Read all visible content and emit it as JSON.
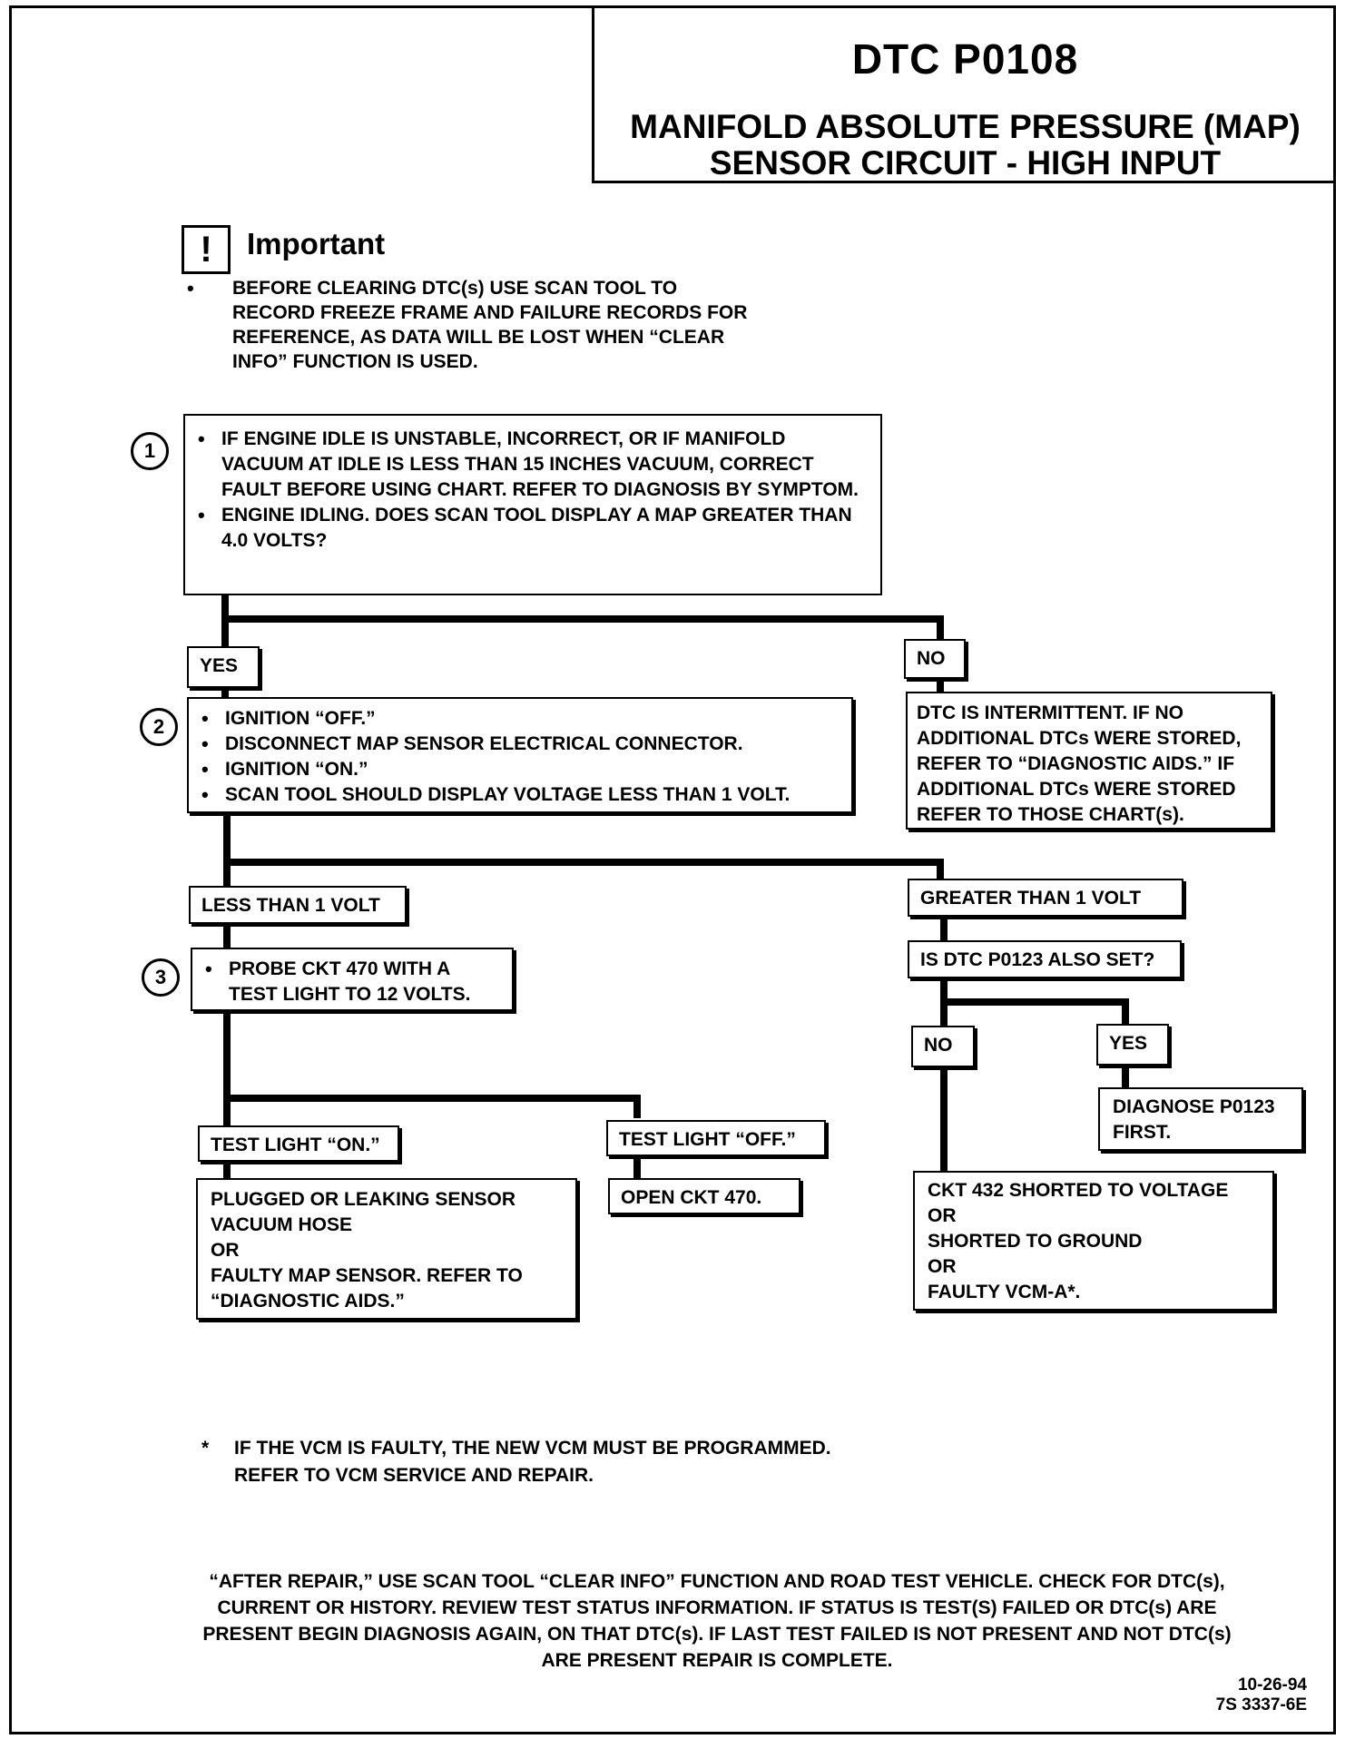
{
  "header": {
    "code": "DTC P0108",
    "title_line1": "MANIFOLD ABSOLUTE PRESSURE (MAP)",
    "title_line2": "SENSOR CIRCUIT - HIGH INPUT"
  },
  "important": {
    "icon": "exclamation-icon",
    "label": "Important",
    "bullet": "BEFORE CLEARING DTC(s) USE SCAN TOOL TO RECORD FREEZE FRAME AND FAILURE RECORDS FOR REFERENCE, AS DATA WILL BE LOST WHEN “CLEAR INFO” FUNCTION IS USED."
  },
  "steps": [
    {
      "number": "1",
      "lines": [
        "IF ENGINE IDLE IS UNSTABLE, INCORRECT, OR IF MANIFOLD VACUUM AT IDLE IS LESS THAN 15 INCHES VACUUM, CORRECT FAULT BEFORE USING CHART. REFER TO DIAGNOSIS BY SYMPTOM.",
        "ENGINE IDLING. DOES SCAN TOOL DISPLAY A MAP GREATER THAN 4.0 VOLTS?"
      ]
    },
    {
      "number": "2",
      "lines": [
        "IGNITION “OFF.”",
        "DISCONNECT MAP SENSOR ELECTRICAL CONNECTOR.",
        "IGNITION “ON.”",
        "SCAN TOOL SHOULD DISPLAY VOLTAGE LESS THAN 1 VOLT."
      ]
    },
    {
      "number": "3",
      "lines": [
        "PROBE CKT 470 WITH A TEST LIGHT TO 12 VOLTS."
      ]
    }
  ],
  "branches": {
    "yes_1": "YES",
    "no_1": "NO",
    "no_1_result": "DTC IS INTERMITTENT. IF NO ADDITIONAL DTCs WERE STORED, REFER TO “DIAGNOSTIC AIDS.” IF ADDITIONAL DTCs WERE STORED REFER TO THOSE CHART(s).",
    "less_than_1v": "LESS THAN 1 VOLT",
    "greater_than_1v": "GREATER THAN 1 VOLT",
    "p0123_question": "IS DTC P0123 ALSO SET?",
    "p0123_no": "NO",
    "p0123_yes": "YES",
    "p0123_yes_result": "DIAGNOSE P0123 FIRST.",
    "p0123_no_result": [
      "CKT 432 SHORTED TO VOLTAGE",
      "OR",
      "SHORTED TO GROUND",
      "OR",
      "FAULTY VCM-A*."
    ],
    "test_light_on": "TEST LIGHT “ON.”",
    "test_light_off": "TEST LIGHT “OFF.”",
    "test_light_on_result": [
      "PLUGGED OR LEAKING SENSOR",
      "VACUUM HOSE",
      "OR",
      "FAULTY MAP SENSOR.  REFER TO",
      "“DIAGNOSTIC AIDS.”"
    ],
    "test_light_off_result": "OPEN CKT 470."
  },
  "footnote": {
    "marker": "*",
    "text_line1": "IF THE VCM IS FAULTY, THE NEW VCM MUST BE PROGRAMMED.",
    "text_line2": "REFER TO VCM SERVICE AND REPAIR."
  },
  "after_repair": "“AFTER REPAIR,” USE SCAN TOOL “CLEAR INFO” FUNCTION AND ROAD TEST VEHICLE. CHECK FOR DTC(s), CURRENT OR HISTORY. REVIEW TEST STATUS INFORMATION. IF STATUS IS TEST(S) FAILED OR DTC(s) ARE PRESENT BEGIN DIAGNOSIS AGAIN, ON THAT DTC(s). IF LAST TEST FAILED IS NOT PRESENT AND NOT DTC(s) ARE PRESENT REPAIR IS COMPLETE.",
  "doc_id": {
    "date": "10-26-94",
    "number": "7S 3337-6E"
  }
}
